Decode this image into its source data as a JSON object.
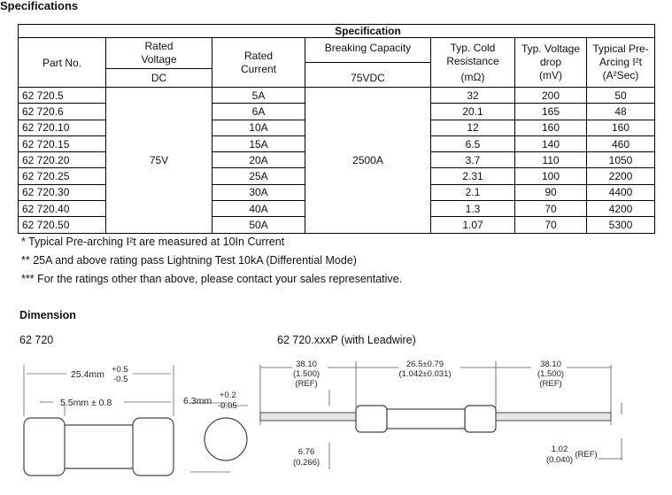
{
  "title": "Specifications",
  "table": {
    "group_header": "Specification",
    "headers": {
      "part_no": "Part No.",
      "rated_voltage": [
        "Rated",
        "Voltage"
      ],
      "rated_voltage_unit": "DC",
      "rated_current": [
        "Rated",
        "Current"
      ],
      "breaking_capacity": "Breaking Capacity",
      "breaking_capacity_unit": "75VDC",
      "cold_resistance": [
        "Typ. Cold",
        "Resistance"
      ],
      "cold_resistance_unit": "(mΩ)",
      "voltage_drop": [
        "Typ. Voltage",
        "drop",
        "(mV)"
      ],
      "pre_arcing": [
        "Typical Pre-",
        "Arcing I²t",
        "(A²Sec)"
      ]
    },
    "merged": {
      "rated_voltage": "75V",
      "breaking_capacity": "2500A"
    },
    "rows": [
      {
        "part": "62 720.5",
        "current": "5A",
        "resistance": "32",
        "drop": "200",
        "i2t": "50"
      },
      {
        "part": "62 720.6",
        "current": "6A",
        "resistance": "20.1",
        "drop": "165",
        "i2t": "48"
      },
      {
        "part": "62 720.10",
        "current": "10A",
        "resistance": "12",
        "drop": "160",
        "i2t": "160"
      },
      {
        "part": "62 720.15",
        "current": "15A",
        "resistance": "6.5",
        "drop": "140",
        "i2t": "460"
      },
      {
        "part": "62 720.20",
        "current": "20A",
        "resistance": "3.7",
        "drop": "110",
        "i2t": "1050"
      },
      {
        "part": "62 720.25",
        "current": "25A",
        "resistance": "2.31",
        "drop": "100",
        "i2t": "2200"
      },
      {
        "part": "62 720.30",
        "current": "30A",
        "resistance": "2.1",
        "drop": "90",
        "i2t": "4400"
      },
      {
        "part": "62 720.40",
        "current": "40A",
        "resistance": "1.3",
        "drop": "70",
        "i2t": "4200"
      },
      {
        "part": "62 720.50",
        "current": "50A",
        "resistance": "1.07",
        "drop": "70",
        "i2t": "5300"
      }
    ]
  },
  "notes": [
    "* Typical Pre-arching I²t are measured at 10In Current",
    "** 25A and above rating pass Lightning Test 10kA (Differential Mode)",
    "*** For the ratings other than above, please contact your sales representative."
  ],
  "dimension": {
    "title": "Dimension",
    "left_label": "62 720",
    "right_label": "62 720.xxxP (with Leadwire)",
    "left": {
      "length": "25.4mm",
      "length_tol_plus": "+0.5",
      "length_tol_minus": "-0.5",
      "cap": "5.5mm ± 0.8",
      "diameter": "6.3mm",
      "diameter_tol_plus": "+0.2",
      "diameter_tol_minus": "-0.05"
    },
    "right": {
      "lead_left": [
        "38.10",
        "(1.500)",
        "(REF)"
      ],
      "body": [
        "26.5±0.79",
        "(1.042±0.031)"
      ],
      "lead_right": [
        "38.10",
        "(1.500)",
        "(REF)"
      ],
      "lead_dia_left": [
        "6.76",
        "(0.266)"
      ],
      "wire_dia": [
        "1.02",
        "(0.040)"
      ],
      "wire_ref": "(REF)"
    }
  }
}
